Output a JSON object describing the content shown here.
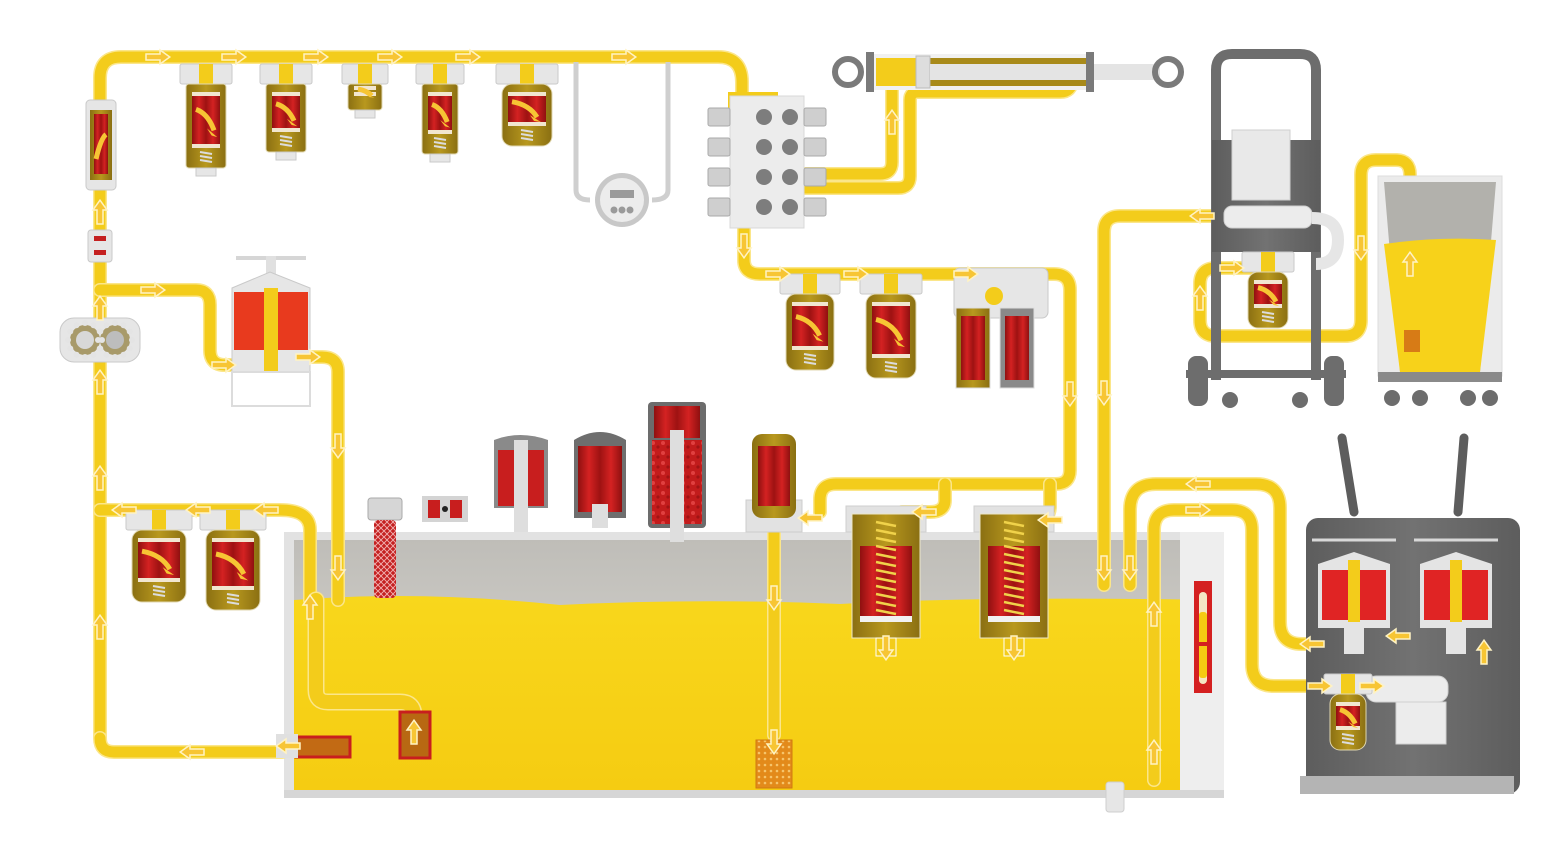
{
  "diagram": {
    "kind": "hydraulic-filtration-system-illustration",
    "colors": {
      "background": "#ffffff",
      "oil": "#f7d21a",
      "oil_dark": "#e8c20f",
      "pipe": "#f3cc1b",
      "pipe_edge": "#fbe68a",
      "housing_bronze": "#a88a1a",
      "housing_bronze_dark": "#8a6f12",
      "element_red": "#c81e1e",
      "element_red_dark": "#8f1010",
      "element_bright": "#e83a1e",
      "metal_light": "#e6e6e6",
      "metal_mid": "#c9c9c9",
      "metal_dark": "#7a7a7a",
      "cart_gray": "#6b6b6b",
      "tank_wall": "#e4e4e4",
      "tank_air": "#cfcecb",
      "arrow_fill": "#f7c534",
      "arrow_edge": "#fff3c4"
    },
    "components": [
      {
        "id": "suction-strainer",
        "label": "suction-filter"
      },
      {
        "id": "inline-pressure-filter-left",
        "label": "inline-filter"
      },
      {
        "id": "gear-pump",
        "label": "gear-pump"
      },
      {
        "id": "pressure-valve",
        "label": "valve"
      },
      {
        "id": "pressure-filter-top-1",
        "label": "pressure-filter"
      },
      {
        "id": "pressure-filter-top-2",
        "label": "pressure-filter"
      },
      {
        "id": "pressure-filter-top-3",
        "label": "pressure-filter"
      },
      {
        "id": "pressure-filter-top-4",
        "label": "pressure-filter"
      },
      {
        "id": "pressure-filter-top-5",
        "label": "pressure-filter"
      },
      {
        "id": "differential-pressure-indicator",
        "label": "pressure-gauge"
      },
      {
        "id": "directional-valve-block",
        "label": "valve-manifold"
      },
      {
        "id": "hydraulic-cylinder",
        "label": "cylinder"
      },
      {
        "id": "return-filter-1",
        "label": "return-filter"
      },
      {
        "id": "return-filter-2",
        "label": "return-filter"
      },
      {
        "id": "duplex-filter",
        "label": "duplex-filter"
      },
      {
        "id": "offline-bypass-filter",
        "label": "bypass-filter"
      },
      {
        "id": "low-pressure-filter-1",
        "label": "pressure-filter"
      },
      {
        "id": "low-pressure-filter-2",
        "label": "pressure-filter"
      },
      {
        "id": "breather-filler",
        "label": "filler-breather"
      },
      {
        "id": "small-breather",
        "label": "breather"
      },
      {
        "id": "breather-filter-1",
        "label": "breather-filter"
      },
      {
        "id": "breather-filter-2",
        "label": "breather-filter"
      },
      {
        "id": "desiccant-breather",
        "label": "desiccant-breather"
      },
      {
        "id": "tank-return-filter",
        "label": "tank-top-return-filter"
      },
      {
        "id": "in-tank-filter-1",
        "label": "in-tank-return-filter"
      },
      {
        "id": "in-tank-filter-2",
        "label": "in-tank-return-filter"
      },
      {
        "id": "reservoir-tank",
        "label": "reservoir"
      },
      {
        "id": "level-gauge",
        "label": "sight-glass"
      },
      {
        "id": "mobile-filter-cart",
        "label": "filter-cart"
      },
      {
        "id": "oil-drum",
        "label": "drum"
      },
      {
        "id": "offline-filter-unit",
        "label": "offline-filtration-unit"
      }
    ]
  }
}
